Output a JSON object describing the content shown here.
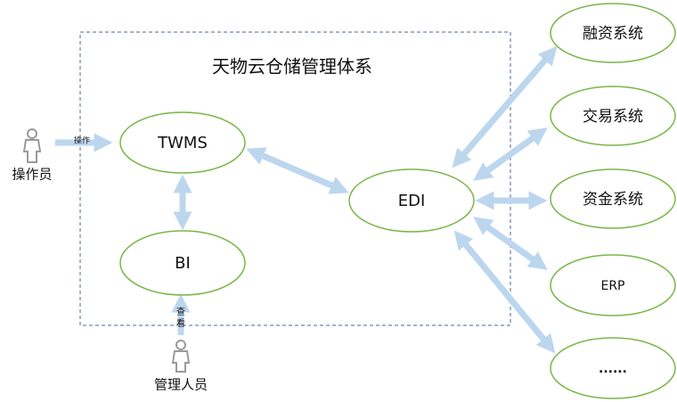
{
  "title": "天物云仓储管理体系",
  "nodes": {
    "twms": "TWMS",
    "bi": "BI",
    "edi": "EDI",
    "financing": "融资系统",
    "trading": "交易系统",
    "funds": "资金系统",
    "erp": "ERP",
    "more": "......"
  },
  "actors": {
    "operator": "操作员",
    "manager": "管理人员"
  },
  "edge_labels": {
    "operate": "操作",
    "view_chars": [
      "查",
      "看"
    ]
  },
  "colors": {
    "node_border": "#7ab648",
    "arrow": "#bcd6ee",
    "boundary": "#4a6a9a"
  }
}
